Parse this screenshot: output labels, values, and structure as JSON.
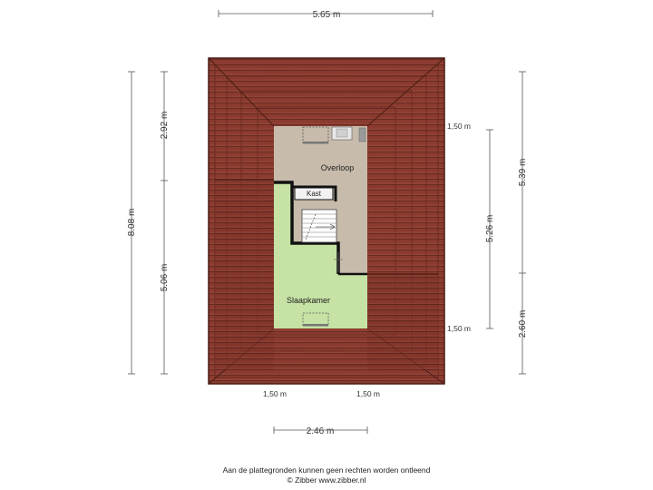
{
  "plan": {
    "rooms": {
      "overloop": "Overloop",
      "kast": "Kast",
      "slaapkamer": "Slaapkamer"
    },
    "dimensions": {
      "top_width": "5.65 m",
      "left_total": "8.08 m",
      "left_upper": "2.92 m",
      "left_lower": "5.06 m",
      "right_total": "5.39 m",
      "right_mid": "5.26 m",
      "right_lower": "2.60 m",
      "right_top_offset": "1,50 m",
      "right_bottom_offset": "1,50 m",
      "bottom_left_offset": "1,50 m",
      "bottom_right_offset": "1,50 m",
      "bottom_width": "2.46 m"
    },
    "colors": {
      "roof": "#8a3a2e",
      "roof_dark": "#5a231b",
      "overloop_floor": "#c7bbab",
      "slaapkamer_floor": "#c6e2a4",
      "wall": "#111111"
    }
  },
  "footer": {
    "disclaimer": "Aan de plattegronden kunnen geen rechten worden ontleend",
    "copyright": "© Zibber www.zibber.nl"
  }
}
